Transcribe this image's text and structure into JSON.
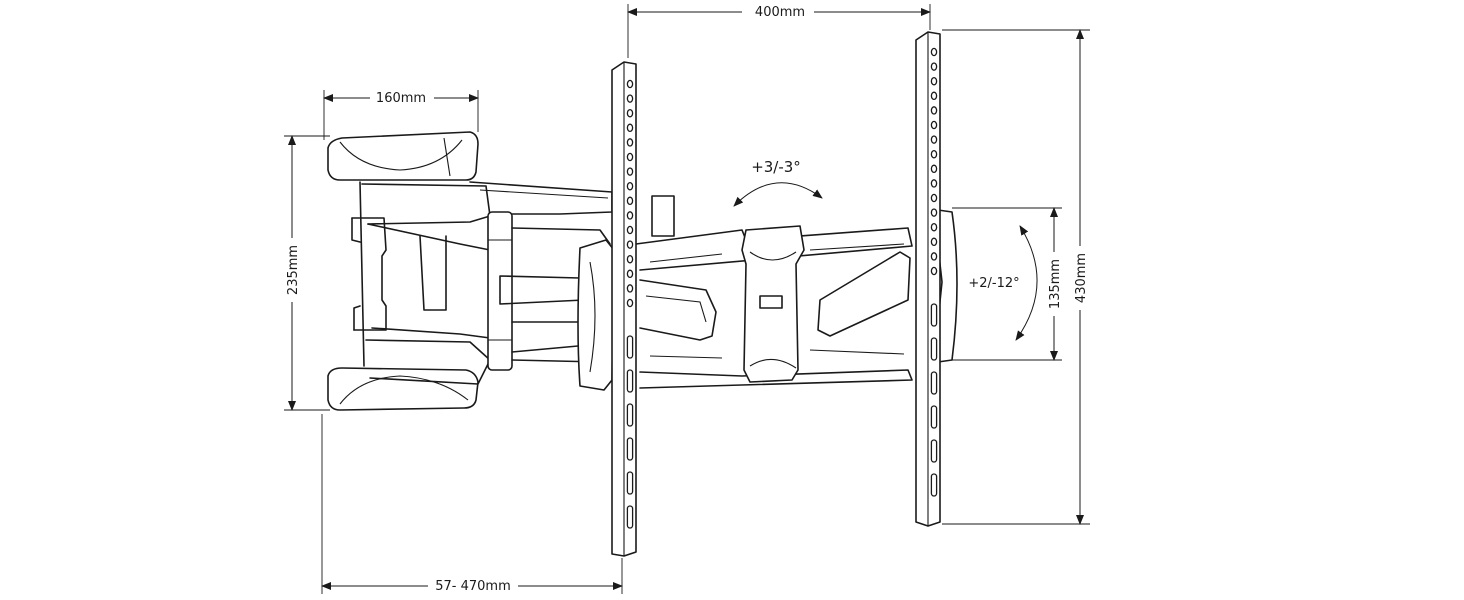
{
  "dimensions": {
    "plate_spacing": "400mm",
    "wall_plate_width": "160mm",
    "wall_plate_height": "235mm",
    "extension": "57- 470mm",
    "slot_range": "135mm",
    "max_height": "430mm"
  },
  "angles": {
    "swivel": "+3/-3°",
    "tilt": "+2/-12°"
  }
}
